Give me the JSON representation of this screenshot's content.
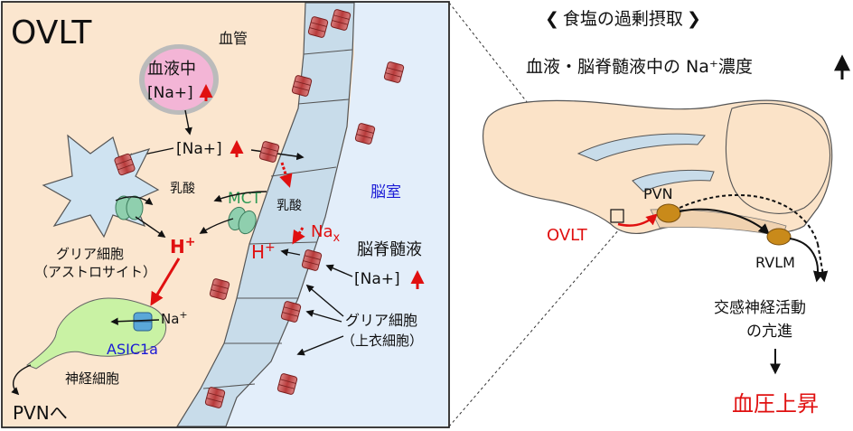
{
  "left_panel": {
    "title": "OVLT",
    "blood_vessel_label": "血管",
    "blood_na_line1": "血液中",
    "blood_na_line2": "[Na+]",
    "interstitial_na": "[Na+]",
    "lactate_glia": "乳酸",
    "lactate_ependymal": "乳酸",
    "mct_label": "MCT",
    "nax_label": "Na",
    "nax_sub": "x",
    "h_plus_glia": "H",
    "h_plus_ependymal": "H",
    "plus_sign": "+",
    "ventricle_label": "脳室",
    "csf_label": "脳脊髄液",
    "csf_na": "[Na+]",
    "glia_label_line1": "グリア細胞",
    "glia_label_line2": "（アストロサイト）",
    "ependymal_label_line1": "グリア細胞",
    "ependymal_label_line2": "（上衣細胞）",
    "na_plus_asic": "Na",
    "asic_label": "ASIC1a",
    "neuron_label": "神経細胞",
    "pvn_output": "PVNへ"
  },
  "right_panel": {
    "header": "食塩の過剰摂取",
    "header_left_bracket": "❮",
    "header_right_bracket": "❯",
    "subheader": "血液・脳脊髄液中の Na⁺濃度",
    "ovlt_label": "OVLT",
    "pvn_label": "PVN",
    "rvlm_label": "RVLM",
    "sympathetic_line1": "交感神経活動",
    "sympathetic_line2": "の亢進",
    "result": "血圧上昇"
  },
  "colors": {
    "tissue": "#fbe6cf",
    "ventricle": "#e3eefa",
    "ependymal": "#c8dcea",
    "glia": "#cfe3f1",
    "neuron": "#c9f2a4",
    "vessel": "#f3b5d6",
    "channel": "#c75050",
    "mct": "#8fcfae",
    "asic": "#5aa7d8",
    "red": "#e01010",
    "green": "#2e9a55",
    "blue": "#1a1ad6",
    "brain": "#fbe3c8",
    "nucleus": "#c98a1a"
  }
}
